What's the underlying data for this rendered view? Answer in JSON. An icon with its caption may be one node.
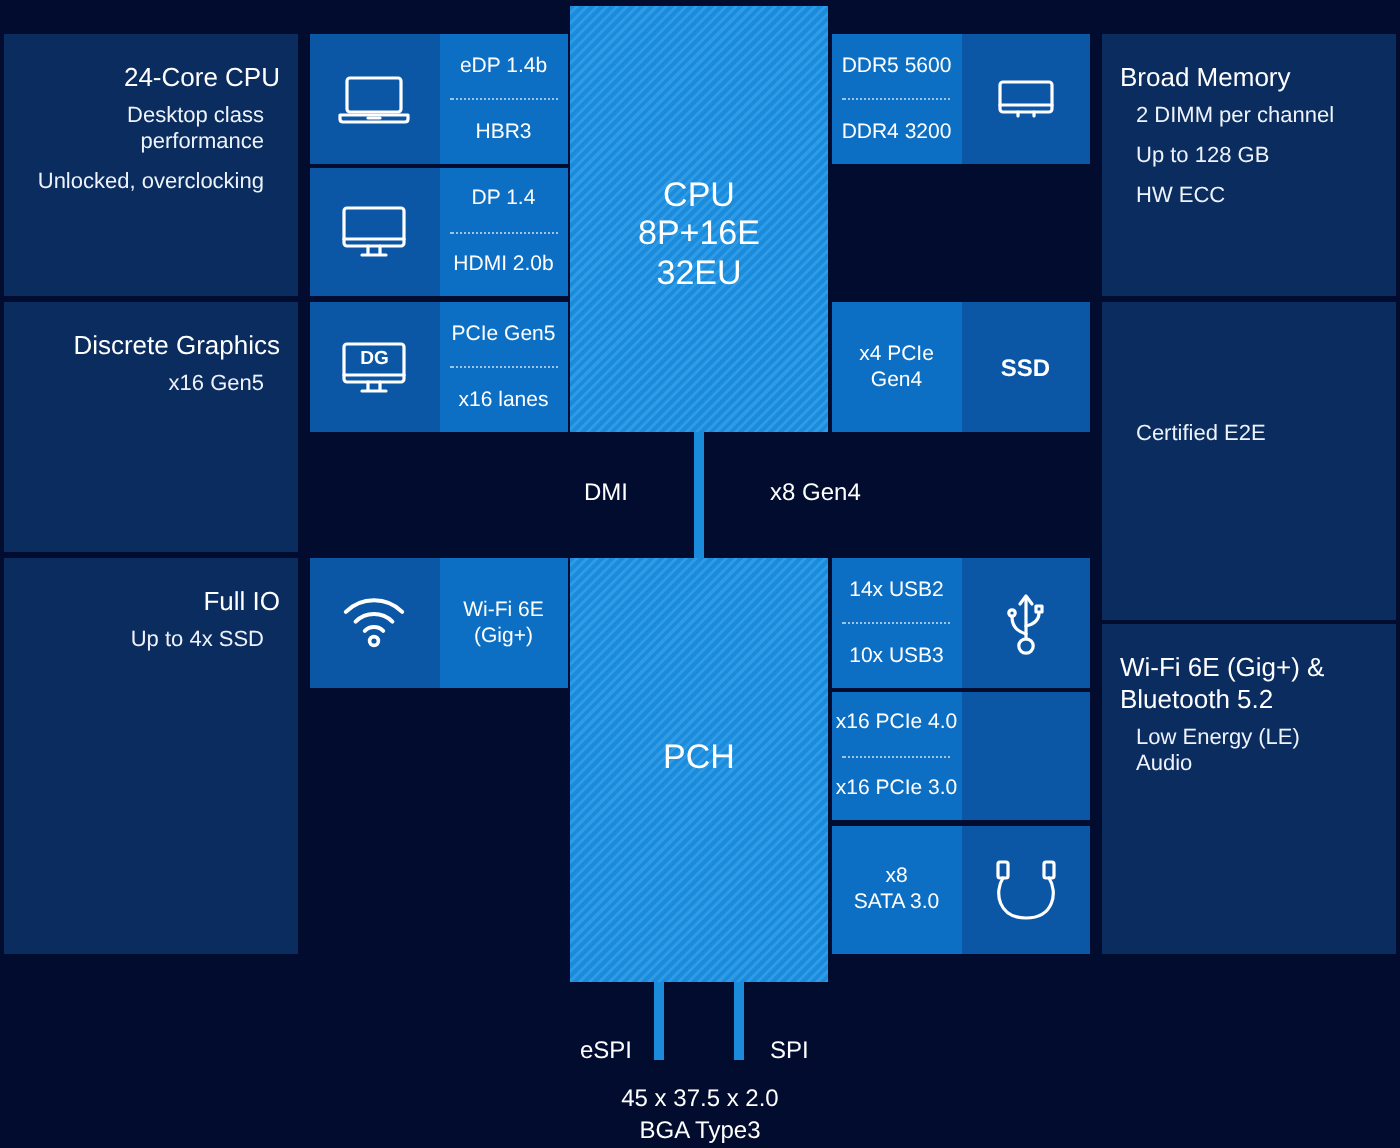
{
  "diagram": {
    "nodes": [
      {
        "text": [
          "24-Core CPU",
          "Desktop class performance",
          "Unlocked, overclocking"
        ]
      },
      {
        "text": [
          "eDP 1.4b",
          "HBR3"
        ]
      },
      {
        "text": [
          "CPU 8P+16E 32EU"
        ]
      },
      {
        "text": [
          "DDR5 5600",
          "DDR4 3200"
        ]
      },
      {
        "text": [
          "Broad Memory",
          "2 DIMM per channel",
          "Up to 128 GB",
          "HW ECC"
        ]
      },
      {
        "text": [
          "DP 1.4",
          "HDMI 2.0b"
        ]
      },
      {
        "text": [
          "Discrete Graphics",
          "x16 Gen5"
        ]
      },
      {
        "text": [
          "DG",
          "PCIe Gen5",
          "x16 lanes"
        ]
      },
      {
        "text": [
          "x4 PCIe Gen4",
          "SSD"
        ]
      },
      {
        "text": [
          "Certified E2E"
        ]
      },
      {
        "text": [
          "Full IO",
          "Up to 4x SSD"
        ]
      },
      {
        "text": [
          "Wi-Fi 6E (Gig+)"
        ]
      },
      {
        "text": [
          "PCH"
        ]
      },
      {
        "text": [
          "14x USB2",
          "10x USB3"
        ]
      },
      {
        "text": [
          "Wi-Fi 6E (Gig+) & Bluetooth 5.2",
          "Low Energy (LE) Audio"
        ]
      },
      {
        "text": [
          "x16 PCIe 4.0",
          "x16 PCIe 3.0"
        ]
      },
      {
        "text": [
          "x8 SATA 3.0"
        ]
      }
    ],
    "edges": [
      {
        "from": 2,
        "to": 12,
        "arrow": "none",
        "label": "DMI"
      },
      {
        "from": 12,
        "to": null,
        "arrow": "none",
        "label": "eSPI"
      },
      {
        "from": 12,
        "to": null,
        "arrow": "none",
        "label": "SPI"
      }
    ],
    "labels": [
      "x8 Gen4",
      "45 x 37.5 x 2.0 BGA Type3"
    ]
  }
}
